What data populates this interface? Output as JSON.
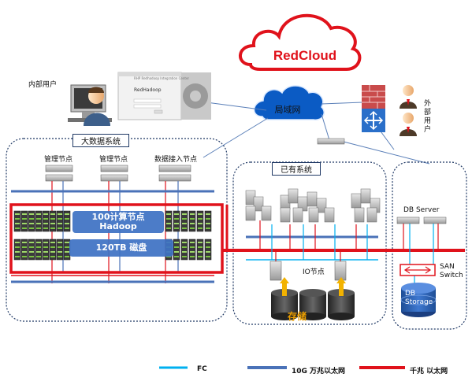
{
  "title": "RedCloud",
  "lan_label": "局域网",
  "internal_user_label": "内部用户",
  "external_user_label": [
    "外",
    "部",
    "用",
    "户"
  ],
  "login_window": {
    "title": "RedHadoop",
    "subtitle": "RHP Redhadoop Integration Center"
  },
  "bigdata": {
    "title": "大数据系统",
    "node_labels": [
      "管理节点",
      "管理节点",
      "数据接入节点"
    ],
    "compute_label": [
      "100计算节点",
      "Hadoop"
    ],
    "disk_label": "120TB 磁盘"
  },
  "existing": {
    "title": "已有系统",
    "io_label": "IO节点",
    "storage_label": "存储"
  },
  "db": {
    "server_label": "DB Server",
    "switch_label": [
      "SAN",
      "Switch"
    ],
    "storage_label": [
      "DB",
      "Storage"
    ]
  },
  "legend": [
    {
      "label": "FC",
      "color": "#00b0f0"
    },
    {
      "label": "10G  万兆以太网",
      "color": "#4a72b8"
    },
    {
      "label": "千兆  以太网",
      "color": "#e0121b"
    }
  ],
  "colors": {
    "gigabit": "#e0121b",
    "tengig": "#4a72b8",
    "fc": "#00b0f0",
    "overlay": "#3e72c4",
    "border": "#1f3864"
  }
}
